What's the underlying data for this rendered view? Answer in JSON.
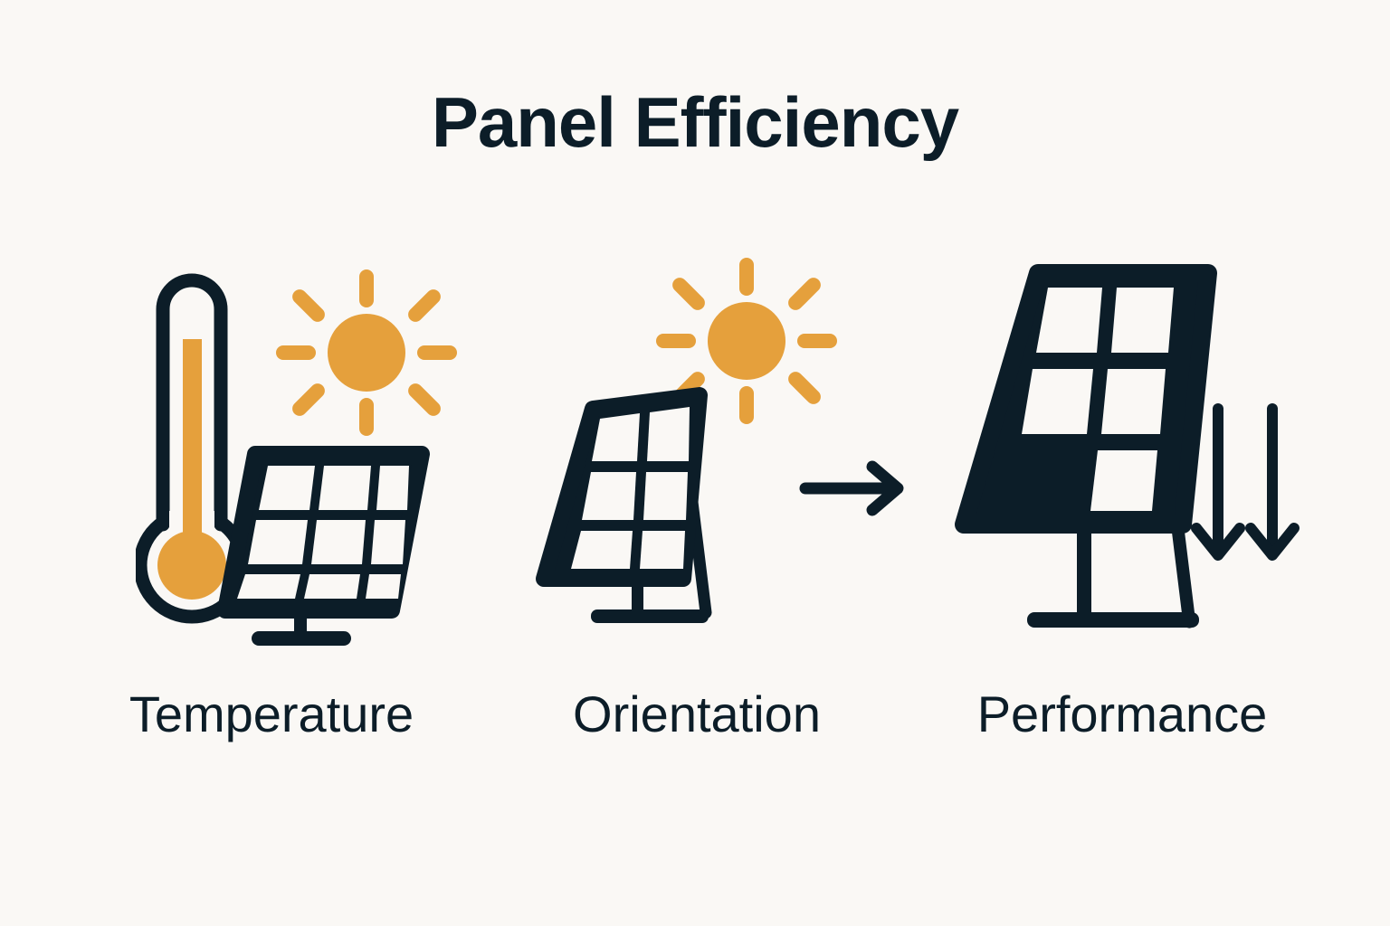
{
  "title": "Panel Efficiency",
  "background_color": "#faf8f5",
  "colors": {
    "ink": "#0c1d28",
    "accent_orange": "#e5a03c",
    "panel_cell": "#faf8f5"
  },
  "steps": [
    {
      "id": "temperature",
      "label": "Temperature",
      "icons": [
        "thermometer-icon",
        "sun-icon",
        "solar-panel-icon"
      ],
      "panel_grid": {
        "columns": 3,
        "rows": 3,
        "filled_cells": 0
      }
    },
    {
      "id": "orientation",
      "label": "Orientation",
      "icons": [
        "solar-panel-tilted-icon",
        "sun-icon"
      ],
      "panel_grid": {
        "columns": 2,
        "rows": 3,
        "filled_cells": 0
      }
    },
    {
      "id": "performance",
      "label": "Performance",
      "icons": [
        "solar-panel-shaded-icon",
        "down-arrow-icon",
        "down-arrow-icon"
      ],
      "panel_grid": {
        "columns": 2,
        "rows": 3,
        "filled_cells": 1
      },
      "down_arrow_count": 2
    }
  ],
  "flow_arrow": {
    "name": "right-arrow-icon",
    "direction": "right",
    "from_step": "orientation",
    "to_step": "performance"
  }
}
